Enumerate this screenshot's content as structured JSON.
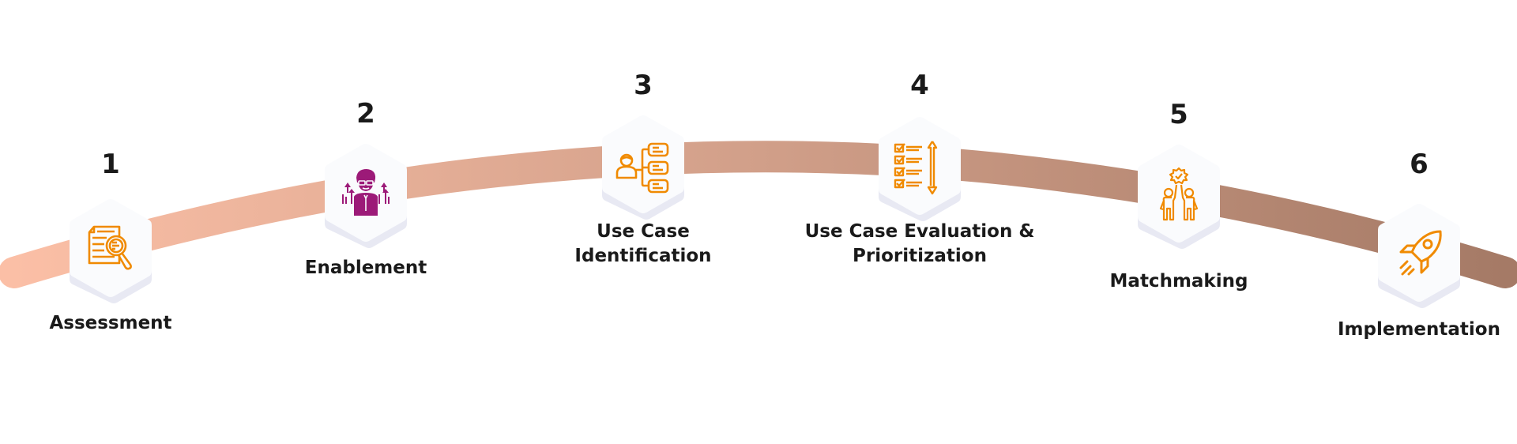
{
  "diagram": {
    "type": "process-arc",
    "colors": {
      "arc_start": "#fbbfa6",
      "arc_mid": "#d19f89",
      "arc_end": "#a57a66",
      "icon_orange": "#f08a00",
      "icon_magenta": "#9c1a78",
      "text": "#1a1a1a",
      "hex_fill": "#fafbfd",
      "hex_shadow": "#e6e7f2"
    },
    "steps": [
      {
        "number": "1",
        "label": "Assessment",
        "icon": "document-search-icon",
        "icon_color": "#f08a00"
      },
      {
        "number": "2",
        "label": "Enablement",
        "icon": "growing-professional-icon",
        "icon_color": "#9c1a78"
      },
      {
        "number": "3",
        "label": "Use Case Identification",
        "label_lines": [
          "Use Case",
          "Identification"
        ],
        "icon": "person-hierarchy-icon",
        "icon_color": "#f08a00"
      },
      {
        "number": "4",
        "label": "Use Case Evaluation & Prioritization",
        "label_lines": [
          "Use Case Evaluation &",
          "Prioritization"
        ],
        "icon": "checklist-sort-icon",
        "icon_color": "#f08a00"
      },
      {
        "number": "5",
        "label": "Matchmaking",
        "icon": "high-five-icon",
        "icon_color": "#f08a00"
      },
      {
        "number": "6",
        "label": "Implementation",
        "icon": "rocket-icon",
        "icon_color": "#f08a00"
      }
    ]
  }
}
